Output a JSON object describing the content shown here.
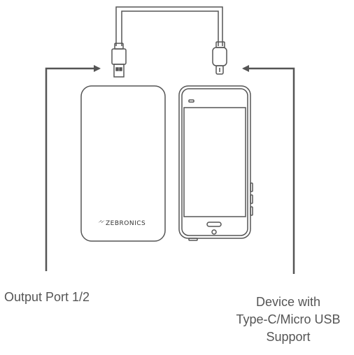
{
  "colors": {
    "stroke": "#555555",
    "text": "#555555",
    "background": "#ffffff"
  },
  "power_bank": {
    "brand": "ZEBRONICS"
  },
  "labels": {
    "output_port": "Output Port 1/2",
    "device_line1": "Device with",
    "device_line2": "Type-C/Micro USB",
    "device_line3": "Support"
  },
  "icons": [
    "usb-a-plug-icon",
    "usb-c-plug-icon",
    "arrow-right-icon",
    "arrow-left-icon",
    "zebronics-logo-icon"
  ]
}
